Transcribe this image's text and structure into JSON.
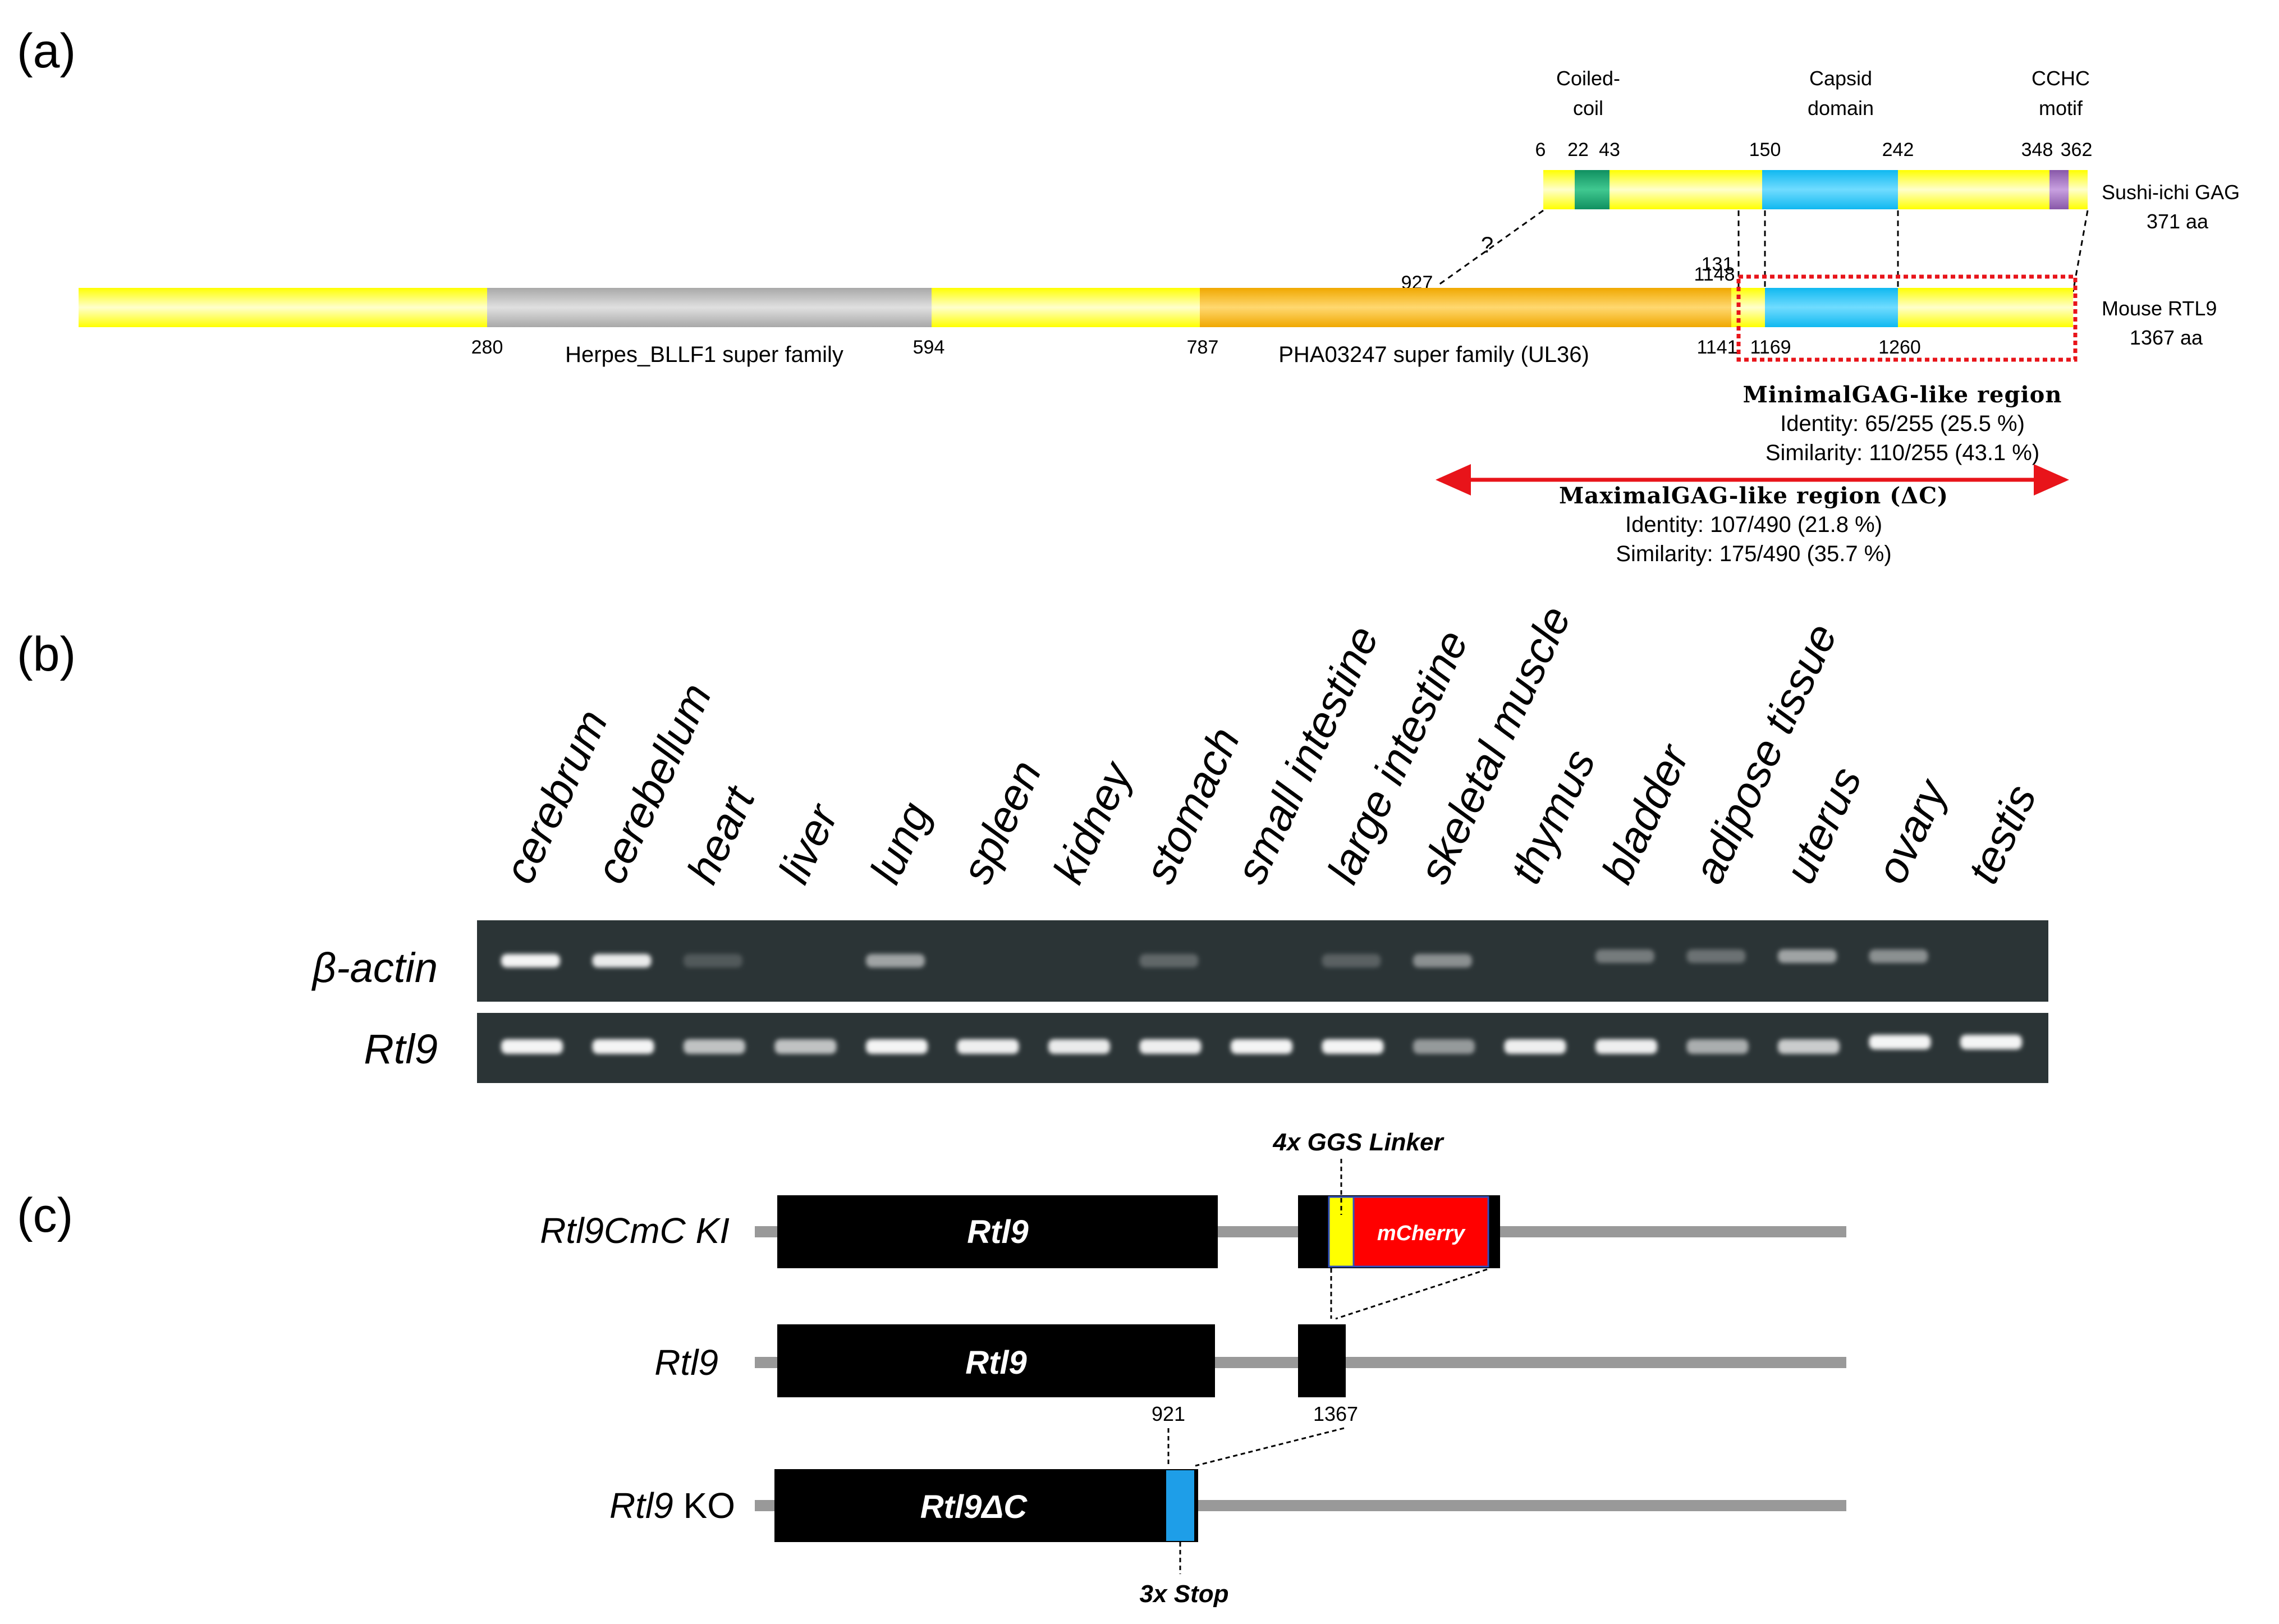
{
  "panel_a": {
    "label": "(a)",
    "domain_labels": {
      "coiled_coil": [
        "Coiled-",
        "coil"
      ],
      "capsid": [
        "Capsid",
        "domain"
      ],
      "cchc": [
        "CCHC",
        "motif"
      ]
    },
    "sushi_positions": [
      "6",
      "22",
      "43",
      "150",
      "242",
      "348",
      "362"
    ],
    "sushi_name": [
      "Sushi-ichi GAG",
      "371 aa"
    ],
    "rtl9_name": [
      "Mouse RTL9",
      "1367 aa"
    ],
    "rtl9_positions": {
      "p280": "280",
      "p594": "594",
      "p787": "787",
      "p927": "927",
      "p1148": "1148",
      "p1141": "1141",
      "p131": "131",
      "p1169": "1169",
      "p1260": "1260"
    },
    "question_mark": "?",
    "herpes_label": "Herpes_BLLF1 super family",
    "pha_label": "PHA03247 super family (UL36)",
    "minimal": {
      "title": "MinimalGAG-like region",
      "identity": "Identity: 65/255 (25.5 %)",
      "similarity": "Similarity: 110/255 (43.1 %)"
    },
    "maximal": {
      "title": "MaximalGAG-like region (ΔC)",
      "identity": "Identity: 107/490 (21.8 %)",
      "similarity": "Similarity: 175/490 (35.7 %)"
    },
    "colors": {
      "backbone": "#ffff00",
      "herpes": "#b0b0b0",
      "pha": "#f5b300",
      "capsid": "#1ec8f0",
      "coil": "#1aa36e",
      "cchc": "#9a6ab0",
      "arrow": "#e8141a"
    }
  },
  "panel_b": {
    "label": "(b)",
    "tissues": [
      "cerebrum",
      "cerebellum",
      "heart",
      "liver",
      "lung",
      "spleen",
      "kidney",
      "stomach",
      "small intestine",
      "large intestine",
      "skeletal muscle",
      "thymus",
      "bladder",
      "adipose tissue",
      "uterus",
      "ovary",
      "testis"
    ],
    "rows": [
      "β-actin",
      "Rtl9"
    ]
  },
  "panel_c": {
    "label": "(c)",
    "constructs": {
      "ki": "Rtl9CmC KI",
      "wt": "Rtl9",
      "ko_italic": "Rtl9",
      "ko_plain": " KO"
    },
    "box_labels": {
      "ki": "Rtl9",
      "wt": "Rtl9",
      "ko": "Rtl9ΔC",
      "mcherry": "mCherry"
    },
    "linker": "4x GGS Linker",
    "stop": "3x Stop",
    "pos_921": "921",
    "pos_1367": "1367",
    "colors": {
      "box": "#000000",
      "line": "#999999",
      "linker": "#ffff00",
      "mcherry": "#ff0000",
      "stop": "#1e9ee8"
    }
  }
}
